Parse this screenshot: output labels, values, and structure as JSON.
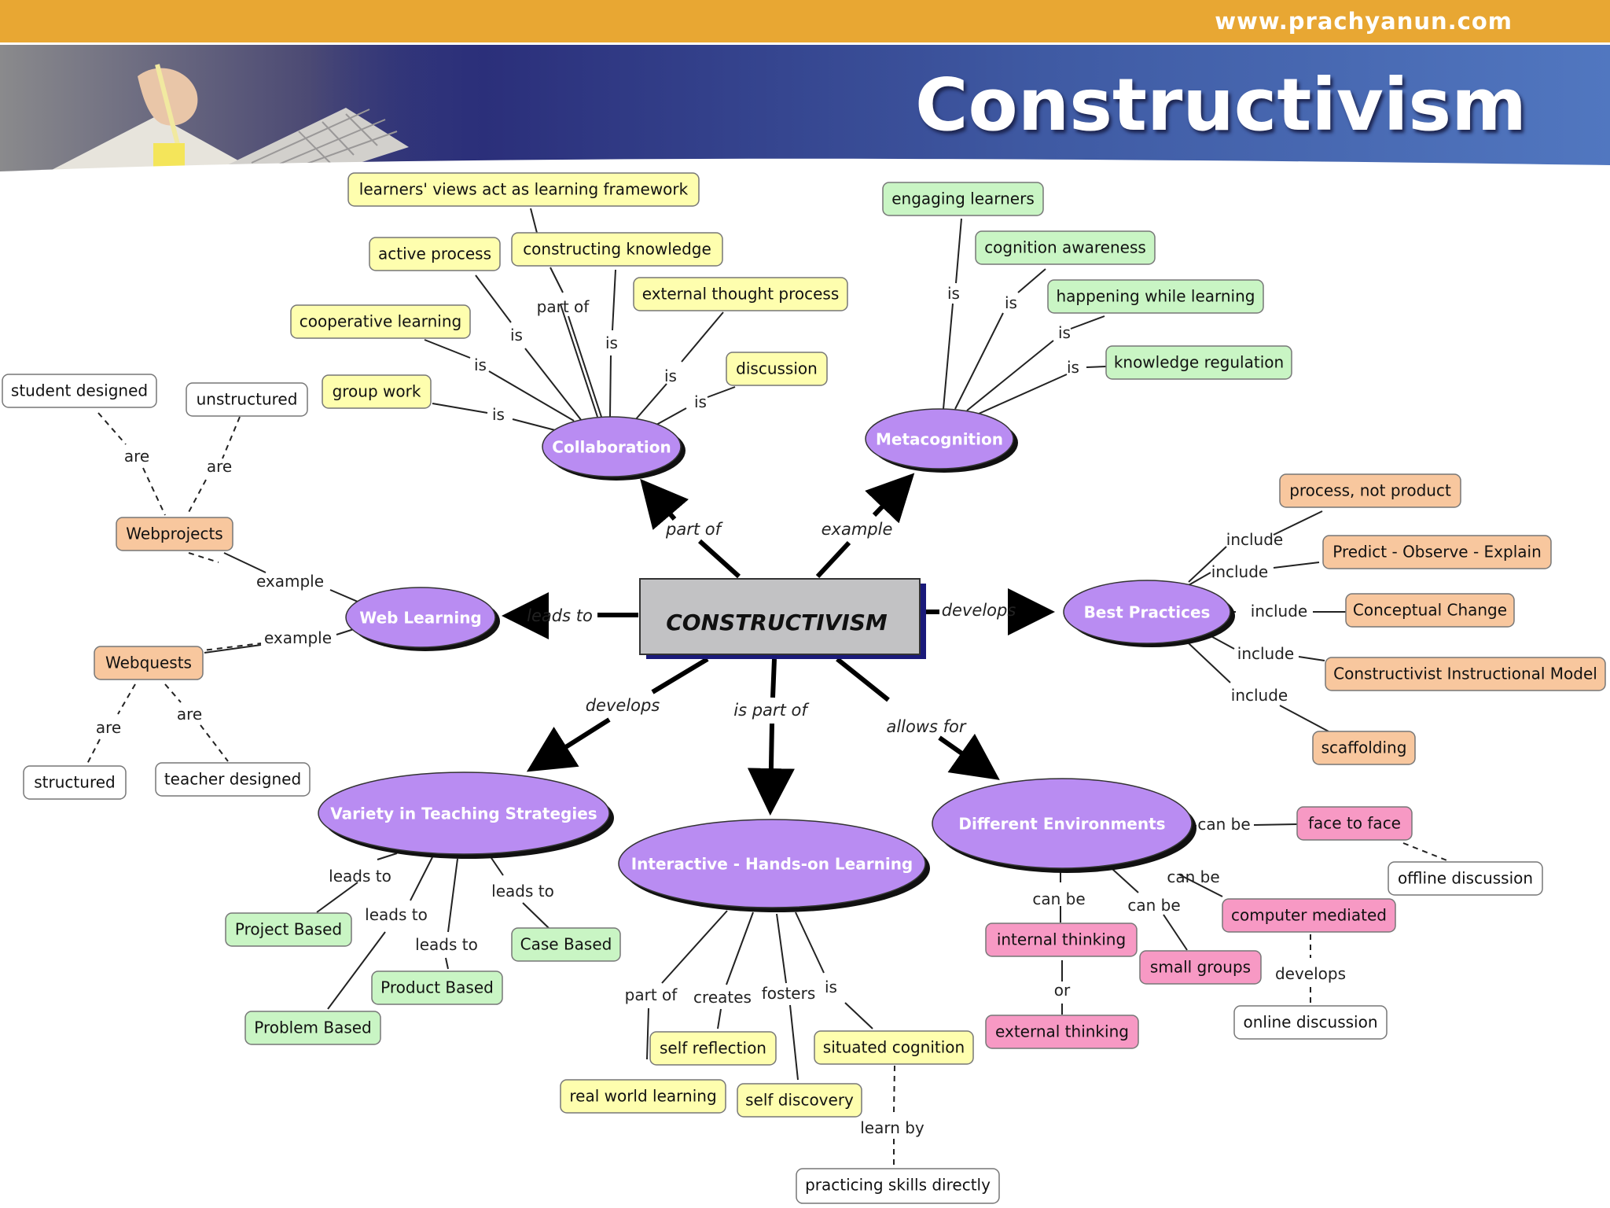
{
  "header": {
    "site_url": "www.prachyanun.com",
    "title": "Constructivism"
  },
  "colors": {
    "header_orange": "#e8a733",
    "banner_blue": "#3f5aa3",
    "oval_fill": "#b98cf2",
    "yellow_box": "#fefeae",
    "green_box": "#c9f5c4",
    "orange_box": "#f8c79e",
    "pink_box": "#f799c4",
    "white_box": "#ffffff"
  },
  "diagram": {
    "center": "CONSTRUCTIVISM",
    "nodes": {
      "collaboration": "Collaboration",
      "metacognition": "Metacognition",
      "web_learning": "Web Learning",
      "best_practices": "Best Practices",
      "variety": "Variety in Teaching Strategies",
      "interactive": "Interactive - Hands-on Learning",
      "environments": "Different Environments",
      "learners_views": "learners' views act as learning framework",
      "active_process": "active process",
      "constructing_knowledge": "constructing knowledge",
      "external_thought": "external thought process",
      "cooperative_learning": "cooperative learning",
      "group_work": "group work",
      "discussion": "discussion",
      "engaging_learners": "engaging learners",
      "cognition_awareness": "cognition awareness",
      "happening_while": "happening while learning",
      "knowledge_regulation": "knowledge regulation",
      "process_not_product": "process, not product",
      "predict_observe": "Predict - Observe - Explain",
      "conceptual_change": "Conceptual Change",
      "cim": "Constructivist Instructional Model",
      "scaffolding": "scaffolding",
      "student_designed": "student designed",
      "unstructured": "unstructured",
      "webprojects": "Webprojects",
      "webquests": "Webquests",
      "structured": "structured",
      "teacher_designed": "teacher designed",
      "project_based": "Project Based",
      "case_based": "Case Based",
      "product_based": "Product Based",
      "problem_based": "Problem Based",
      "self_reflection": "self reflection",
      "situated_cognition": "situated cognition",
      "real_world": "real world learning",
      "self_discovery": "self discovery",
      "practicing_skills": "practicing skills directly",
      "face_to_face": "face to face",
      "offline_discussion": "offline discussion",
      "computer_mediated": "computer mediated",
      "online_discussion": "online discussion",
      "internal_thinking": "internal thinking",
      "small_groups": "small groups",
      "external_thinking": "external thinking"
    },
    "links": {
      "part_of": "part of",
      "example": "example",
      "leads_to": "leads to",
      "develops": "develops",
      "is_part_of": "is part of",
      "allows_for": "allows for",
      "is": "is",
      "include": "include",
      "are": "are",
      "creates": "creates",
      "fosters": "fosters",
      "learn_by": "learn by",
      "can_be": "can be",
      "or": "or"
    }
  }
}
